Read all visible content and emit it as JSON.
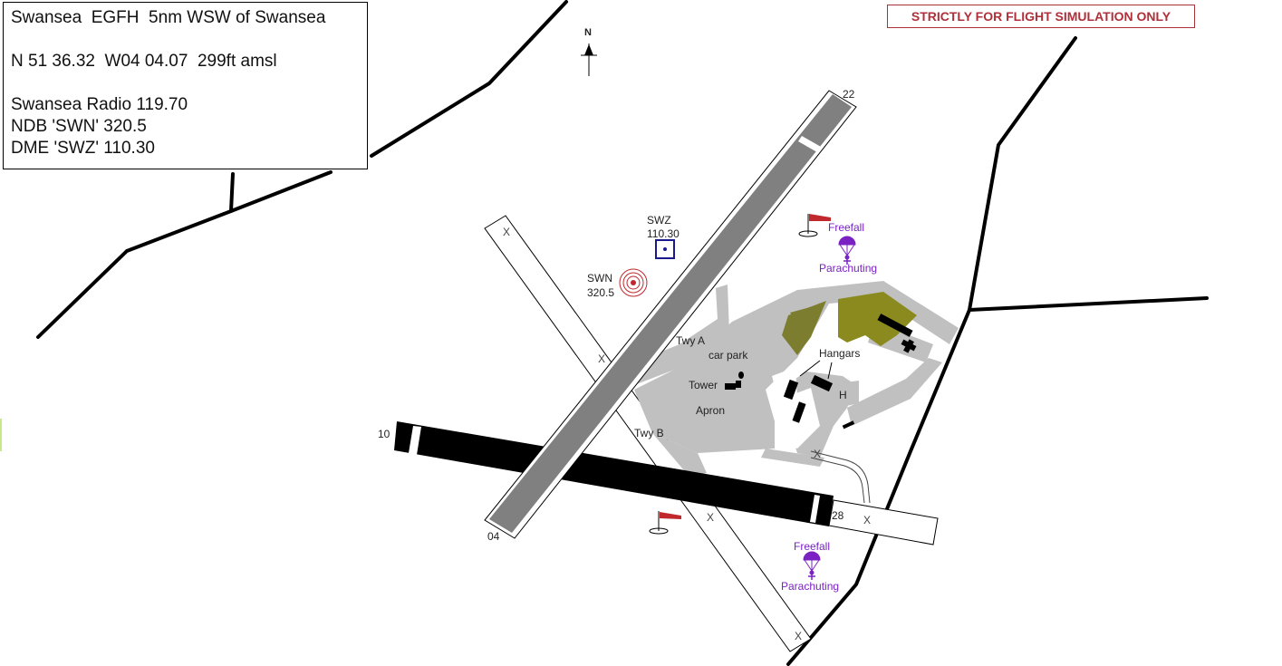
{
  "info": {
    "title_line": "Swansea  EGFH  5nm WSW of Swansea",
    "position_line": "N 51 36.32  W04 04.07  299ft amsl",
    "radio_line": "Swansea Radio 119.70",
    "ndb_line": "NDB 'SWN' 320.5",
    "dme_line": "DME 'SWZ' 110.30"
  },
  "disclaimer": "STRICTLY FOR FLIGHT SIMULATION ONLY",
  "north_arrow": {
    "label": "N",
    "icon": "north-arrow-icon"
  },
  "runways": [
    {
      "ends": [
        "04",
        "22"
      ],
      "surface": "asphalt",
      "color": "#808080"
    },
    {
      "ends": [
        "10",
        "28"
      ],
      "surface": "black",
      "color": "#000000"
    }
  ],
  "runway_labels": {
    "r04": "04",
    "r22": "22",
    "r10": "10",
    "r28": "28"
  },
  "navaids": {
    "dme": {
      "ident": "SWZ",
      "freq": "110.30",
      "color": "#1a1a8c"
    },
    "ndb": {
      "ident": "SWN",
      "freq": "320.5",
      "color": "#c0282d"
    }
  },
  "labels": {
    "twy_a": "Twy A",
    "twy_b": "Twy B",
    "car_park": "car park",
    "tower": "Tower",
    "apron": "Apron",
    "hangars": "Hangars",
    "helipad": "H",
    "closed_mark": "X"
  },
  "parachuting": [
    {
      "line1": "Freefall",
      "line2": "Parachuting"
    },
    {
      "line1": "Freefall",
      "line2": "Parachuting"
    }
  ],
  "colors": {
    "taxiway": "#c0c0c0",
    "grass_olive": "#8a8a1e",
    "grass_dark": "#7d7d30",
    "parachute": "#7b22c4",
    "windsock": "#c0282d"
  }
}
